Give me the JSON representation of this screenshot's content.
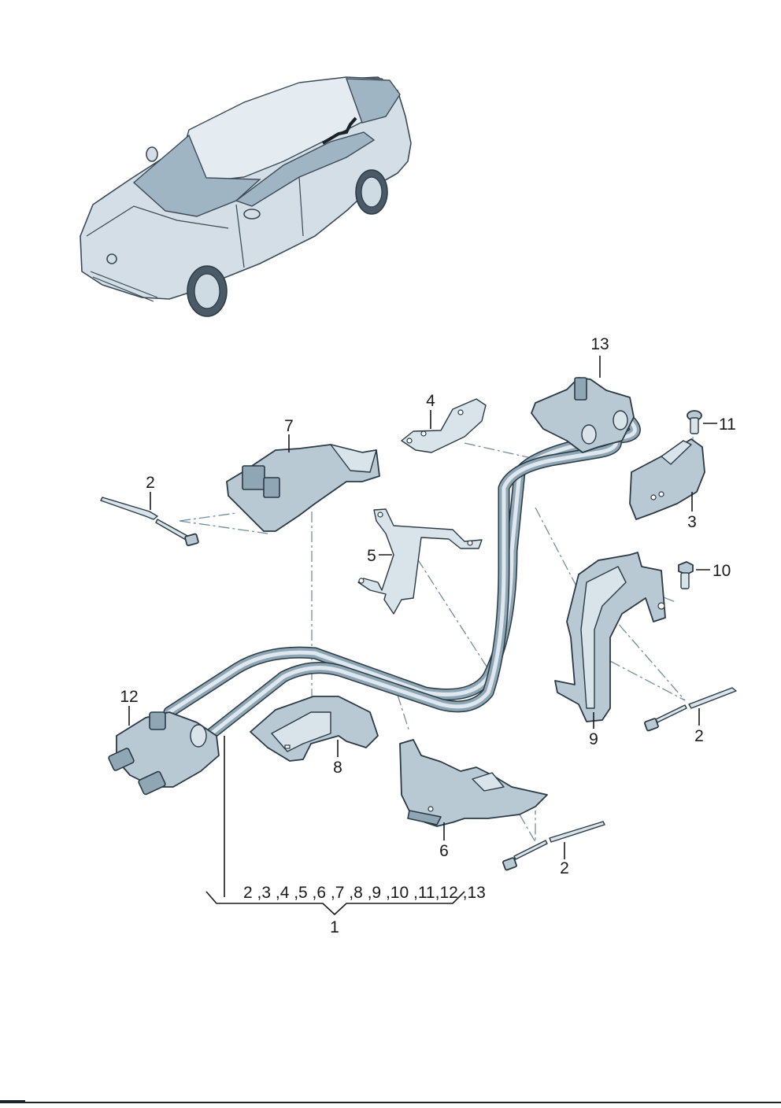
{
  "diagram": {
    "type": "exploded-parts-diagram",
    "subject": "High-voltage charging cable harness with routing guides and mounting hardware",
    "overview_illustration": "car-overview-with-highlighted-harness-location",
    "colors": {
      "part_fill": "#b9c9d3",
      "part_outline": "#2a3a44",
      "leader_line": "#1a1a1a",
      "dash_dot_line": "#6f8ea0",
      "background": "#ffffff"
    },
    "callouts": [
      {
        "id": "c13",
        "number": "13",
        "part": "charging-socket-connector"
      },
      {
        "id": "c4",
        "number": "4",
        "part": "upper-mounting-bracket"
      },
      {
        "id": "c11",
        "number": "11",
        "part": "pan-head-screw"
      },
      {
        "id": "c7",
        "number": "7",
        "part": "cable-guide-upper"
      },
      {
        "id": "c2a",
        "number": "2",
        "part": "cable-tie"
      },
      {
        "id": "c3",
        "number": "3",
        "part": "cable-cover-clip"
      },
      {
        "id": "c5",
        "number": "5",
        "part": "support-bracket"
      },
      {
        "id": "c10",
        "number": "10",
        "part": "hex-flange-bolt"
      },
      {
        "id": "c12",
        "number": "12",
        "part": "high-voltage-connector"
      },
      {
        "id": "c8",
        "number": "8",
        "part": "cable-tray"
      },
      {
        "id": "c9",
        "number": "9",
        "part": "cable-guide-channel"
      },
      {
        "id": "c2b",
        "number": "2",
        "part": "cable-tie"
      },
      {
        "id": "c6",
        "number": "6",
        "part": "cable-holder-base"
      },
      {
        "id": "c2c",
        "number": "2",
        "part": "cable-tie"
      }
    ],
    "assembly_group": {
      "includes_label": "2 ,3 ,4 ,5 ,6 ,7 ,8 ,9 ,10 ,11,12 ,13",
      "includes": [
        "2",
        "3",
        "4",
        "5",
        "6",
        "7",
        "8",
        "9",
        "10",
        "11",
        "12",
        "13"
      ],
      "assembly_number": "1"
    }
  }
}
